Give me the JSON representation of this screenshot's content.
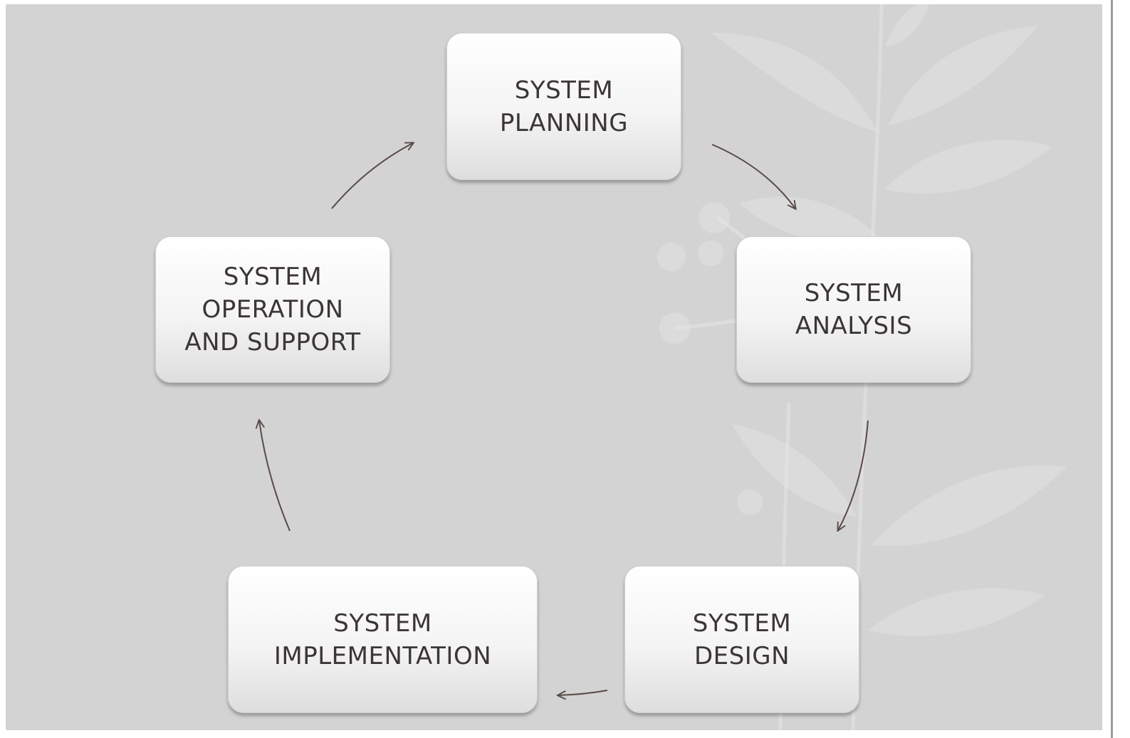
{
  "diagram": {
    "nodes": [
      {
        "id": "planning",
        "line1": "SYSTEM",
        "line2": "PLANNING"
      },
      {
        "id": "analysis",
        "line1": "SYSTEM",
        "line2": "ANALYSIS"
      },
      {
        "id": "design",
        "line1": "SYSTEM",
        "line2": "DESIGN"
      },
      {
        "id": "implementation",
        "line1": "SYSTEM",
        "line2": "IMPLEMENTATION"
      },
      {
        "id": "operation",
        "line1": "SYSTEM",
        "line2": "OPERATION",
        "line3": "AND SUPPORT"
      }
    ],
    "edges": [
      {
        "from": "planning",
        "to": "analysis"
      },
      {
        "from": "analysis",
        "to": "design"
      },
      {
        "from": "design",
        "to": "implementation"
      },
      {
        "from": "implementation",
        "to": "operation"
      },
      {
        "from": "operation",
        "to": "planning"
      }
    ],
    "colors": {
      "background": "#d3d3d3",
      "box_text": "#3c3535",
      "arrow": "#5a4a47"
    }
  }
}
